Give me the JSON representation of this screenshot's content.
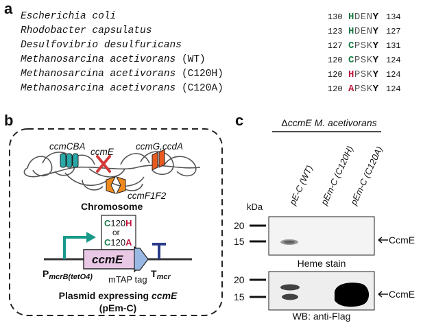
{
  "panel_a": {
    "letter": "a",
    "rows": [
      {
        "species": "Escherichia coli",
        "strain": "",
        "start": "130",
        "first": "H",
        "first_color": "#1a7a46",
        "middle": "DEN",
        "last": "Y",
        "end": "134"
      },
      {
        "species": "Rhodobacter capsulatus",
        "strain": "",
        "start": "123",
        "first": "H",
        "first_color": "#1a7a46",
        "middle": "DEN",
        "last": "Y",
        "end": "127"
      },
      {
        "species": "Desulfovibrio desulfuricans",
        "strain": "",
        "start": "127",
        "first": "C",
        "first_color": "#1a7a46",
        "middle": "PSK",
        "last": "Y",
        "end": "131"
      },
      {
        "species": "Methanosarcina acetivorans",
        "strain": "(WT)",
        "start": "120",
        "first": "C",
        "first_color": "#1a7a46",
        "middle": "PSK",
        "last": "Y",
        "end": "124"
      },
      {
        "species": "Methanosarcina acetivorans",
        "strain": "(C120H)",
        "start": "120",
        "first": "H",
        "first_color": "#c0143c",
        "middle": "PSK",
        "last": "Y",
        "end": "124"
      },
      {
        "species": "Methanosarcina acetivorans",
        "strain": "(C120A)",
        "start": "120",
        "first": "A",
        "first_color": "#c0143c",
        "middle": "PSK",
        "last": "Y",
        "end": "124"
      }
    ]
  },
  "panel_b": {
    "letter": "b",
    "gene_ccmcba": "ccmCBA",
    "gene_ccme": "ccmE",
    "gene_ccmg": "ccmG,ccdA",
    "gene_ccmf": "ccmF1F2",
    "chromosome": "Chromosome",
    "mut_c": "C",
    "mut_120a": "120",
    "mut_h": "H",
    "mut_or": "or",
    "mut_120b": "120",
    "mut_a": "A",
    "plasmid_gene": "ccmE",
    "promoter_main": "P",
    "promoter_sub": "mcrB(tetO4)",
    "tag": "mTAP tag",
    "terminator_main": "T",
    "terminator_sub": "mcr",
    "caption_line1_prefix": "Plasmid expressing ",
    "caption_line1_gene": "ccmE",
    "caption_line2": "(pEm-C)",
    "colors": {
      "teal": "#2aa8a8",
      "orange": "#f08a1e",
      "red_orange": "#e85a1e",
      "x_red": "#d23a3a",
      "green": "#1a7a46",
      "red": "#c0143c",
      "pink": "#e8c8e4",
      "arrow_teal": "#1a9a8a",
      "terminator": "#2a3a8a"
    }
  },
  "panel_c": {
    "letter": "c",
    "header_delta": "Δ",
    "header_gene": "ccmE",
    "header_organism": "M. acetivorans",
    "lanes": [
      "pE-C (WT)",
      "pEm-C (C120H)",
      "pEm-C (C120A)"
    ],
    "kda_label": "kDa",
    "blot_top": {
      "markers": [
        "20",
        "15"
      ],
      "band_label": "CcmE",
      "caption": "Heme stain"
    },
    "blot_bottom": {
      "markers": [
        "20",
        "15"
      ],
      "band_label": "CcmE",
      "caption": "WB: anti-Flag"
    }
  }
}
